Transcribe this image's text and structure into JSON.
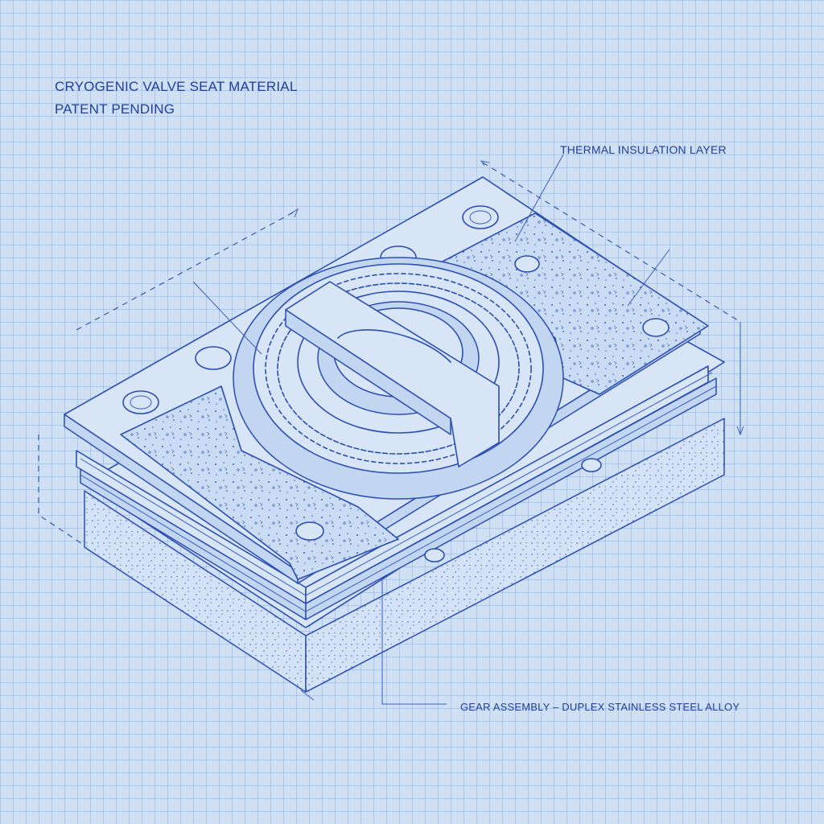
{
  "title": {
    "line1": "CRYOGENIC VALVE SEAT MATERIAL",
    "line2": "PATENT PENDING"
  },
  "callouts": {
    "thermal_insulation": "THERMAL INSULATION LAYER",
    "gear_assembly": "GEAR ASSEMBLY – DUPLEX STAINLESS STEEL ALLOY"
  },
  "colors": {
    "background": "#cfe0f4",
    "grid": "#8aa6d8",
    "ink": "#2b4fb0"
  }
}
